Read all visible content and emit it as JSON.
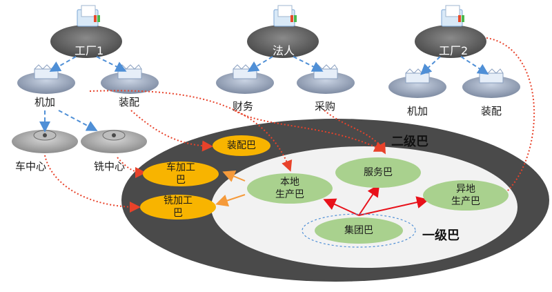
{
  "colors": {
    "outer_ring": "#4a4a4a",
    "inner_area": "#f0f0f0",
    "orange_node": "#f8b400",
    "green_node": "#a9d18e",
    "dashed_blue": "#4f8fd6",
    "dotted_red": "#e8422a",
    "solid_red": "#e8111a",
    "orange_arrow": "#f59a3a",
    "hub_grey": "#6e6e6e",
    "machine_grey": "#8f9bb0"
  },
  "hubs": {
    "factory1": "工厂1",
    "legal_person": "法人",
    "factory2": "工厂2"
  },
  "units": {
    "f1_machining": "机加",
    "f1_assembly": "装配",
    "finance": "财务",
    "purchasing": "采购",
    "f2_machining": "机加",
    "f2_assembly": "装配",
    "lathe_center": "车中心",
    "milling_center": "铣中心"
  },
  "nodes": {
    "assembly_ba": "装配巴",
    "lathe_ba_line1": "车加工",
    "lathe_ba_line2": "巴",
    "milling_ba_line1": "铣加工",
    "milling_ba_line2": "巴",
    "local_prod_line1": "本地",
    "local_prod_line2": "生产巴",
    "service_ba": "服务巴",
    "remote_prod_line1": "异地",
    "remote_prod_line2": "生产巴",
    "group_ba": "集团巴"
  },
  "tiers": {
    "second": "二级巴",
    "first": "一级巴"
  },
  "icons": [
    "folder-doc-icon",
    "factory-building-icon",
    "gear-disc-icon"
  ]
}
